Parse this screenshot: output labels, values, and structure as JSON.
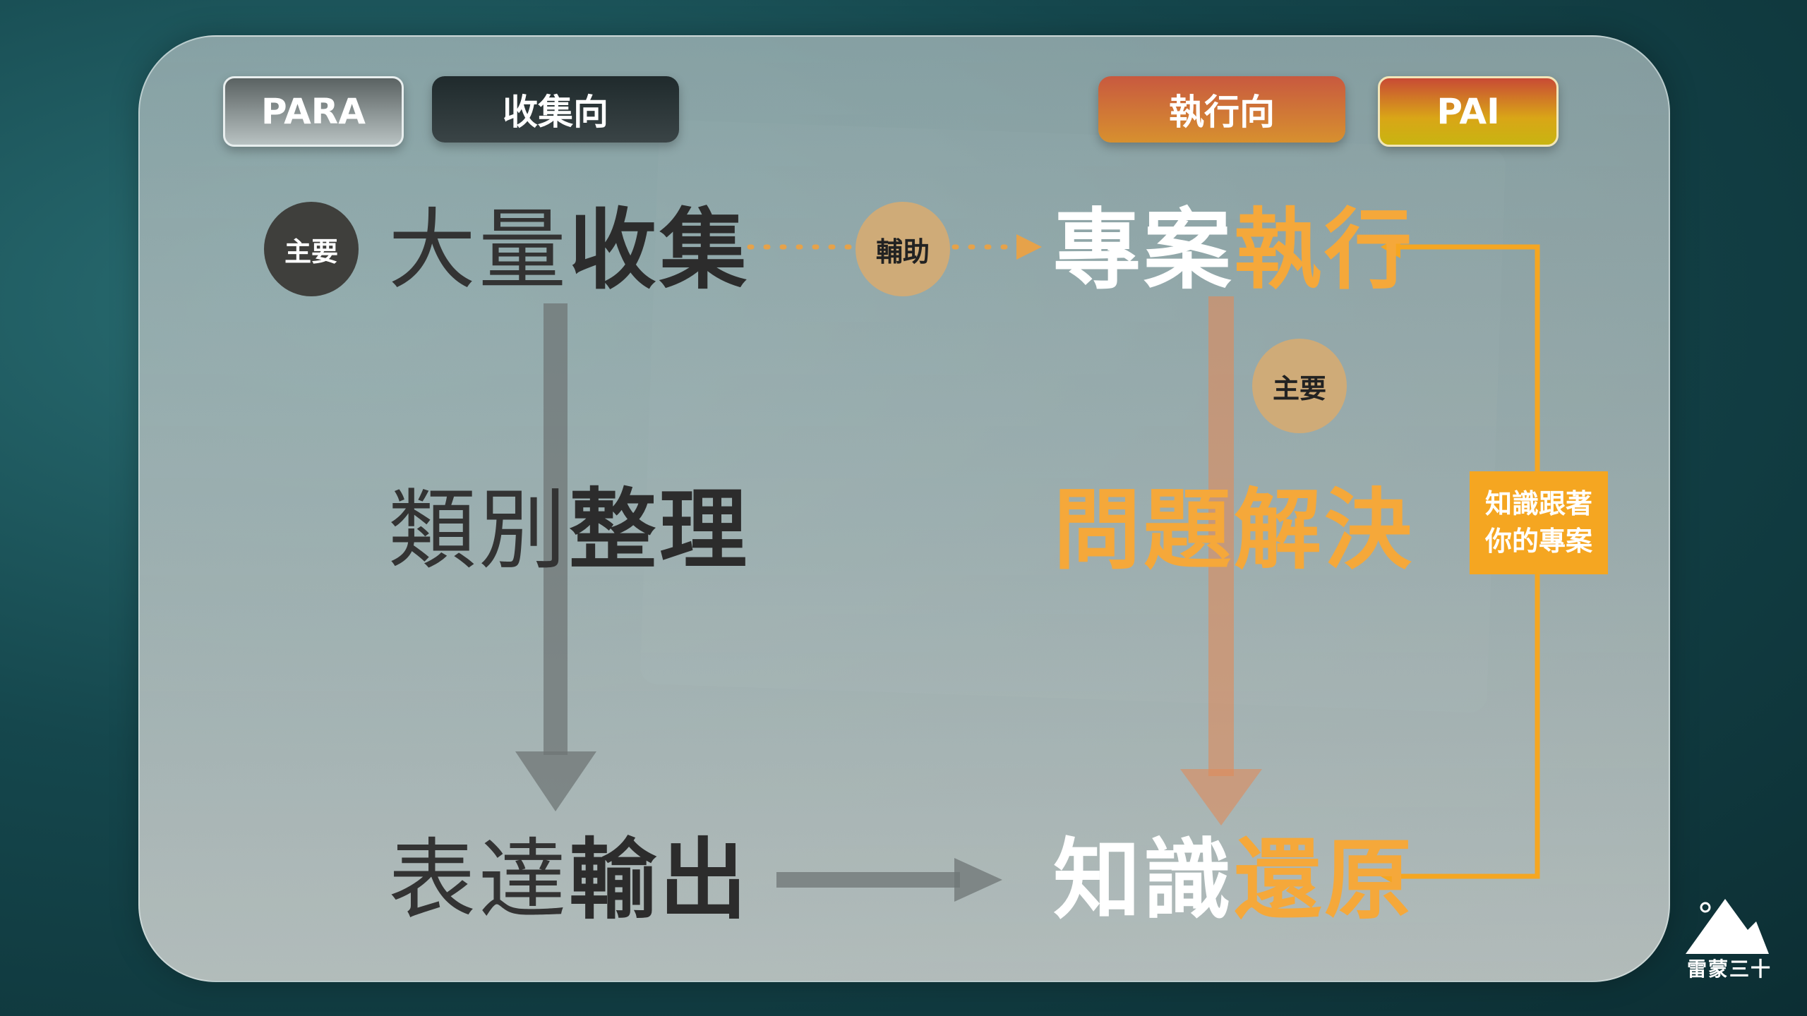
{
  "tags": {
    "para": "PARA",
    "collect": "收集向",
    "exec": "執行向",
    "pai": "PAI"
  },
  "badges": {
    "main_left": "主要",
    "aux": "輔助",
    "main_right": "主要"
  },
  "left_column": {
    "row1": {
      "light": "大量",
      "bold": "收集"
    },
    "row2": {
      "light": "類別",
      "bold": "整理"
    },
    "row3": {
      "light": "表達",
      "bold": "輸出"
    }
  },
  "right_column": {
    "row1": {
      "white": "專案",
      "orange": "執行"
    },
    "row2": {
      "orange": "問題解決"
    },
    "row3": {
      "white": "知識",
      "orange": "還原"
    }
  },
  "note": {
    "line1": "知識跟著",
    "line2": "你的專案"
  },
  "logo": {
    "text": "雷蒙三十",
    "icon": "mountain-icon"
  },
  "colors": {
    "accent_orange": "#f5a621",
    "dark_text": "#2c2c2c",
    "badge_tan": "#cfab78"
  }
}
